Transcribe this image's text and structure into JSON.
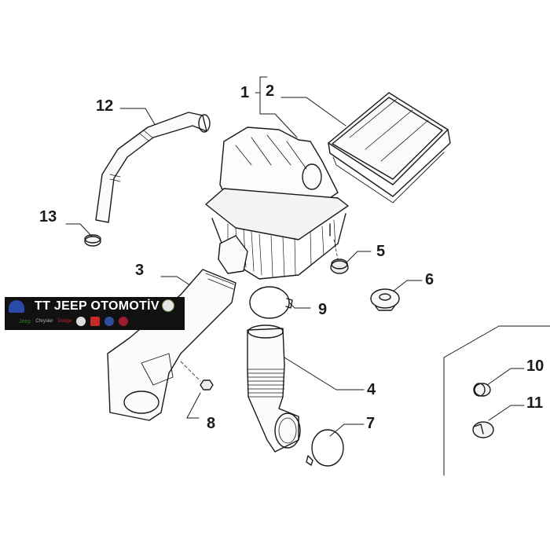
{
  "diagram": {
    "type": "exploded parts diagram",
    "subject": "Air filter box / intake assembly",
    "line_color": "#1a1a1a",
    "background": "#ffffff"
  },
  "callouts": [
    {
      "id": "1",
      "label": "1",
      "part": "air-filter-housing"
    },
    {
      "id": "2",
      "label": "2",
      "part": "air-filter-element"
    },
    {
      "id": "3",
      "label": "3",
      "part": "intake-duct"
    },
    {
      "id": "4",
      "label": "4",
      "part": "corrugated-hose"
    },
    {
      "id": "5",
      "label": "5",
      "part": "grommet"
    },
    {
      "id": "6",
      "label": "6",
      "part": "rubber-mount"
    },
    {
      "id": "7",
      "label": "7",
      "part": "hose-clamp"
    },
    {
      "id": "8",
      "label": "8",
      "part": "nut"
    },
    {
      "id": "9",
      "label": "9",
      "part": "hose-clamp"
    },
    {
      "id": "10",
      "label": "10",
      "part": "clip"
    },
    {
      "id": "11",
      "label": "11",
      "part": "clamp"
    },
    {
      "id": "12",
      "label": "12",
      "part": "breather-hose"
    },
    {
      "id": "13",
      "label": "13",
      "part": "plug"
    }
  ],
  "banner": {
    "title": "TT JEEP OTOMOTİV",
    "brands": [
      "Mopar",
      "Jeep",
      "Chrysler",
      "Dodge",
      "Ram",
      "Abarth",
      "Lancia",
      "Fiat",
      "Alfa Romeo"
    ],
    "colors": {
      "background": "#111111",
      "text": "#ffffff",
      "mopar": "#2a4aa8",
      "jeep": "#2e7d32",
      "dodge": "#c62828",
      "lancia": "#2f4f9f",
      "fiat": "#9b1c2c"
    }
  }
}
